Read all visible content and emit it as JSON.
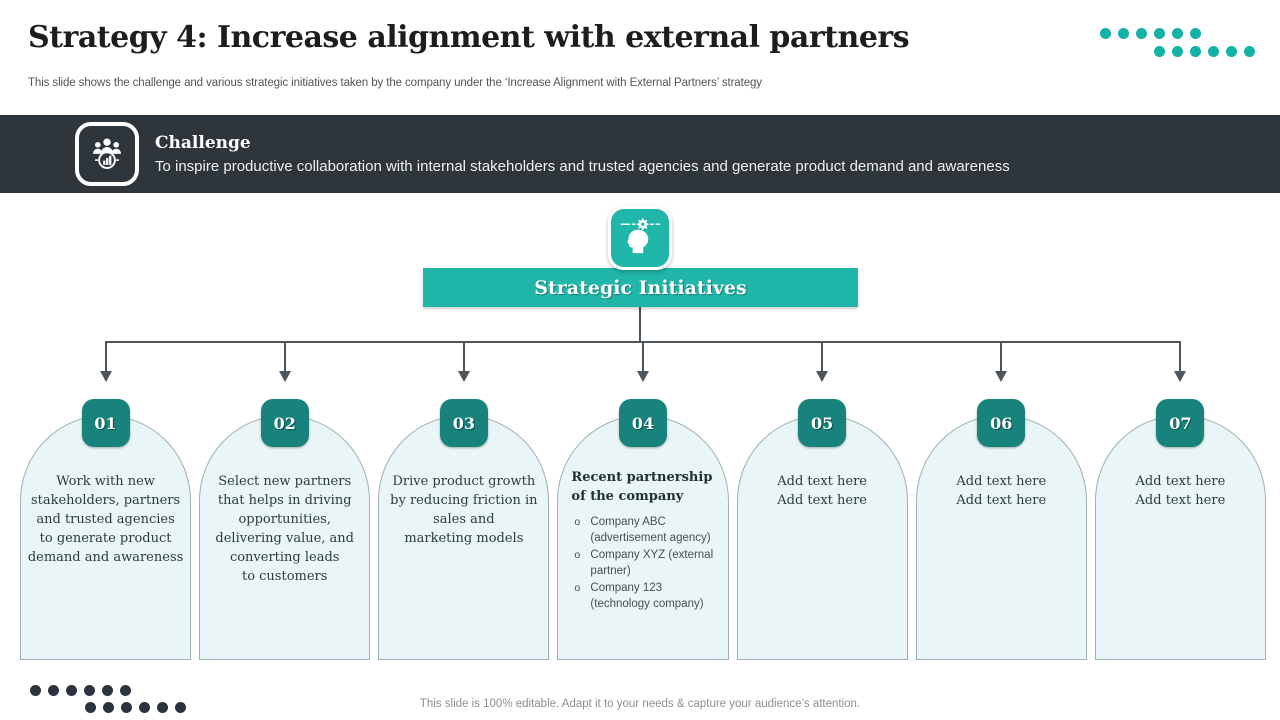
{
  "slide": {
    "title": "Strategy 4: Increase alignment with external partners",
    "subtitle": "This slide shows the challenge and various strategic initiatives taken by the company under the ‘Increase Alignment with External Partners’ strategy",
    "footer_note": "This slide is 100% editable. Adapt it to your needs & capture your audience’s attention."
  },
  "challenge": {
    "label": "Challenge",
    "description": "To inspire productive collaboration with internal stakeholders and trusted agencies and generate product demand and awareness",
    "icon": "team-analytics-icon"
  },
  "diagram": {
    "root_icon": "strategic-mind-icon",
    "banner_label": "Strategic Initiatives",
    "cards": [
      {
        "number": "01",
        "text": "Work with new\nstakeholders, partners\nand trusted agencies\nto generate product\ndemand and awareness"
      },
      {
        "number": "02",
        "text": "Select new partners\nthat helps in driving\nopportunities,\ndelivering value, and\nconverting leads\nto customers"
      },
      {
        "number": "03",
        "text": "Drive product growth\nby reducing friction in\nsales and\nmarketing models"
      },
      {
        "number": "04",
        "heading": "Recent partnership\nof the company",
        "bullets": [
          "Company ABC (advertisement agency)",
          "Company XYZ (external partner)",
          "Company 123 (technology company)"
        ]
      },
      {
        "number": "05",
        "text": "Add text here\nAdd text here"
      },
      {
        "number": "06",
        "text": "Add text here\nAdd text here"
      },
      {
        "number": "07",
        "text": "Add text here\nAdd text here"
      }
    ]
  },
  "colors": {
    "teal": "#20b7aa",
    "teal_dark": "#17837c",
    "band_dark": "#2e353b",
    "card_fill": "#e9f5f6",
    "card_border": "#9eb1b6",
    "line": "#4d545a",
    "dot_teal": "#14b1a6",
    "dot_dark": "#2c333e"
  }
}
